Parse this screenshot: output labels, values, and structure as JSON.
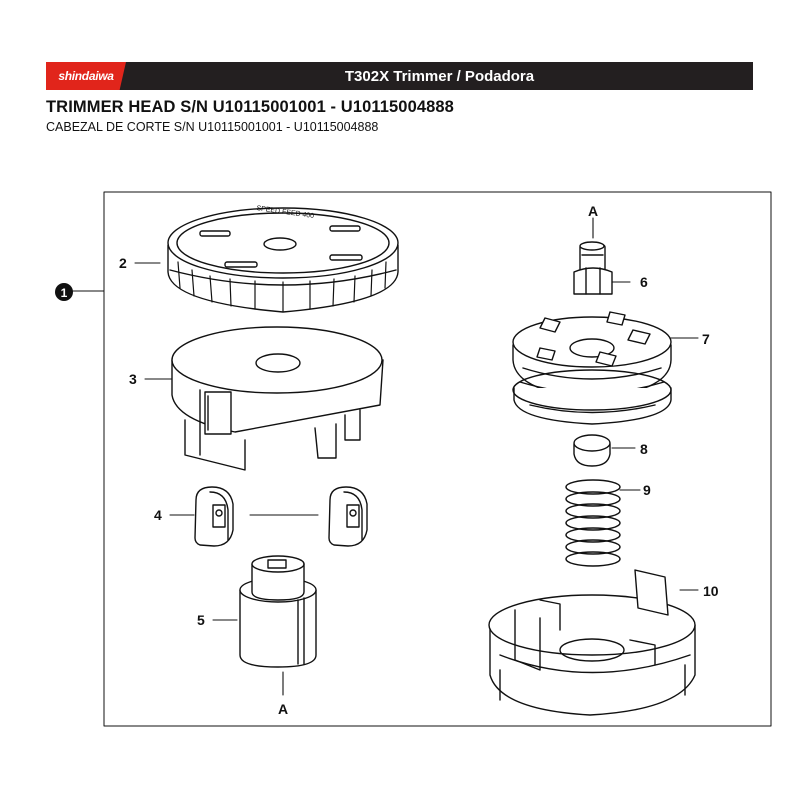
{
  "header": {
    "brand": "shindaiwa",
    "model_title": "T302X Trimmer / Podadora"
  },
  "section": {
    "title_en": "TRIMMER HEAD S/N U10115001001 - U10115004888",
    "title_es": "CABEZAL DE CORTE S/N U10115001001 - U10115004888"
  },
  "callouts": {
    "assembly": "1",
    "p2": "2",
    "p3": "3",
    "p4": "4",
    "p5": "5",
    "p6": "6",
    "p7": "7",
    "p8": "8",
    "p9": "9",
    "p10": "10",
    "ref_top": "A",
    "ref_bottom": "A"
  },
  "cap_text": "SPEED FEED 400",
  "colors": {
    "brand_red": "#e1251b",
    "bar_black": "#231f20"
  }
}
